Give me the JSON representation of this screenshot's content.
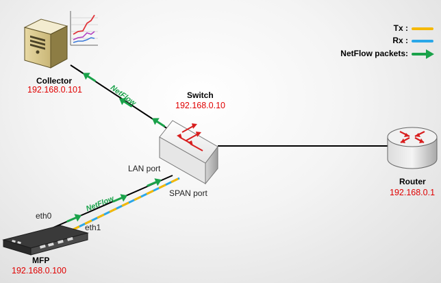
{
  "nodes": {
    "collector": {
      "name": "Collector",
      "ip": "192.168.0.101"
    },
    "switch": {
      "name": "Switch",
      "ip": "192.168.0.10"
    },
    "router": {
      "name": "Router",
      "ip": "192.168.0.1"
    },
    "mfp": {
      "name": "MFP",
      "ip": "192.168.0.100"
    }
  },
  "ports": {
    "lan": "LAN port",
    "span": "SPAN port",
    "eth0": "eth0",
    "eth1": "eth1"
  },
  "flow_labels": {
    "upper": "NetFlow",
    "lower": "NetFlow"
  },
  "legend": {
    "tx": "Tx :",
    "rx": "Rx :",
    "netflow": "NetFlow packets:"
  },
  "colors": {
    "tx": "#f5b800",
    "rx": "#2aa7e8",
    "netflow": "#1aa24a",
    "ip_text": "#e00000",
    "router_arrows": "#d81e1e"
  }
}
